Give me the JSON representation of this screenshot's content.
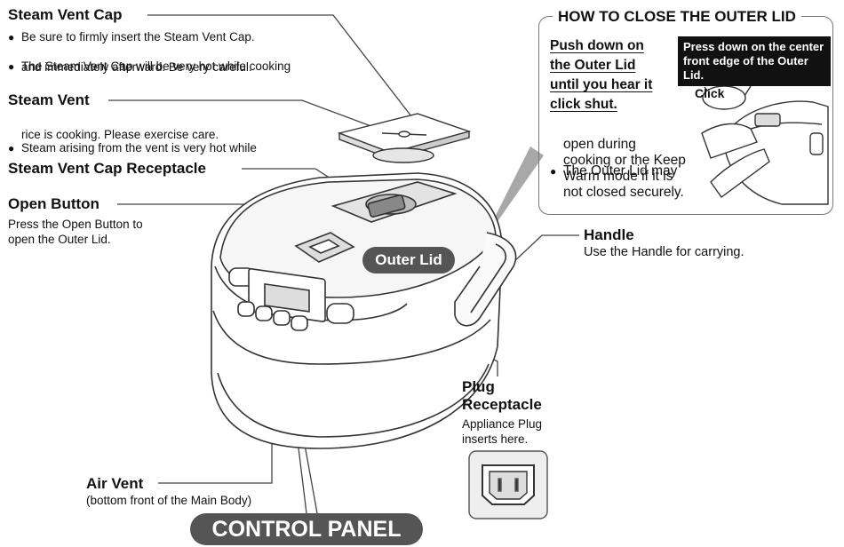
{
  "steam_vent_cap": {
    "title": "Steam Vent Cap",
    "bullets": [
      "Be sure to firmly insert the Steam Vent Cap.",
      "The Steam Vent Cap will be very hot while cooking",
      "and immediately afterward. Be very careful."
    ]
  },
  "steam_vent": {
    "title": "Steam Vent",
    "bullets": [
      "Steam arising from the vent is very hot while",
      "rice is cooking. Please exercise care."
    ]
  },
  "receptacle": {
    "title": "Steam Vent Cap Receptacle"
  },
  "open_button": {
    "title": "Open Button",
    "desc": [
      "Press the Open Button to",
      "open the Outer Lid."
    ]
  },
  "outer_lid": {
    "label": "Outer Lid"
  },
  "how_to": {
    "title": "HOW TO CLOSE THE OUTER LID",
    "push": [
      "Push down on",
      "the Outer Lid",
      "until you hear it",
      "click shut."
    ],
    "press": [
      "Press down on the center",
      "front edge of the Outer Lid."
    ],
    "click": "Click",
    "note": [
      "The Outer Lid may",
      "open during",
      "cooking or the Keep",
      "Warm mode if it is",
      "not closed securely."
    ]
  },
  "handle": {
    "title": "Handle",
    "desc": "Use the Handle for carrying."
  },
  "plug": {
    "title": [
      "Plug",
      "Receptacle"
    ],
    "desc": [
      "Appliance Plug",
      "inserts here."
    ]
  },
  "air_vent": {
    "title": "Air Vent",
    "desc": "(bottom front of the Main Body)"
  },
  "control_panel": {
    "label": "CONTROL PANEL"
  }
}
